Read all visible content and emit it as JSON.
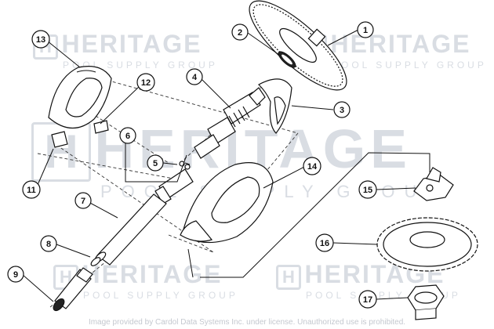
{
  "watermark": {
    "logo_letter": "H",
    "title": "HERITAGE",
    "subtitle": "POOL SUPPLY GROUP"
  },
  "credit": "Image provided by Cardol Data Systems Inc. under license. Unauthorized use is prohibited.",
  "callouts": [
    "1",
    "2",
    "3",
    "4",
    "5",
    "6",
    "7",
    "8",
    "9",
    "11",
    "12",
    "13",
    "14",
    "15",
    "16",
    "17"
  ]
}
